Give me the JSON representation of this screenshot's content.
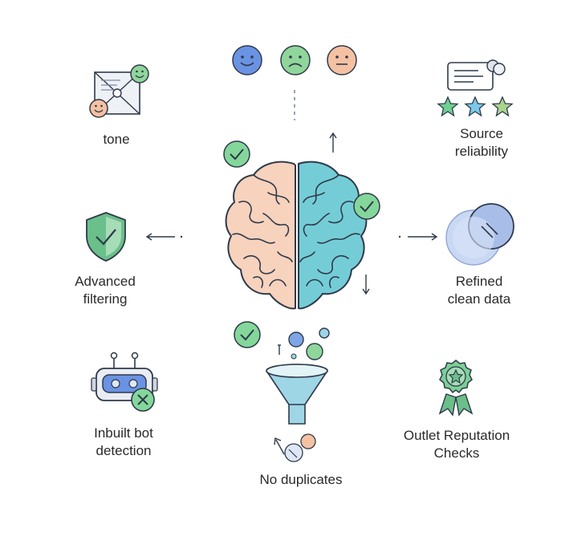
{
  "labels": {
    "tone": "tone",
    "source": "Source\nreliability",
    "advanced": "Advanced\nfiltering",
    "refined": "Refined\nclean data",
    "bot": "Inbuilt bot\ndetection",
    "outlet": "Outlet Reputation\nChecks",
    "duplicates": "No duplicates"
  },
  "colors": {
    "brain_left": "#f7d2bd",
    "brain_right": "#74cdd6",
    "check_green": "#84d79a",
    "face_blue": "#6a93e3",
    "face_green": "#8fd69b",
    "face_peach": "#f5c1a3",
    "shield": "#6bbf8a",
    "funnel": "#9fd6e6",
    "stroke": "#2f3a4a"
  },
  "icons": [
    "tone-envelope-icon",
    "emoji-faces-icon",
    "source-card-icon",
    "star-rating-icon",
    "shield-check-icon",
    "brain-icon",
    "check-icon",
    "overlapping-circles-icon",
    "robot-icon",
    "funnel-icon",
    "ribbon-badge-icon",
    "arrow-icon"
  ]
}
